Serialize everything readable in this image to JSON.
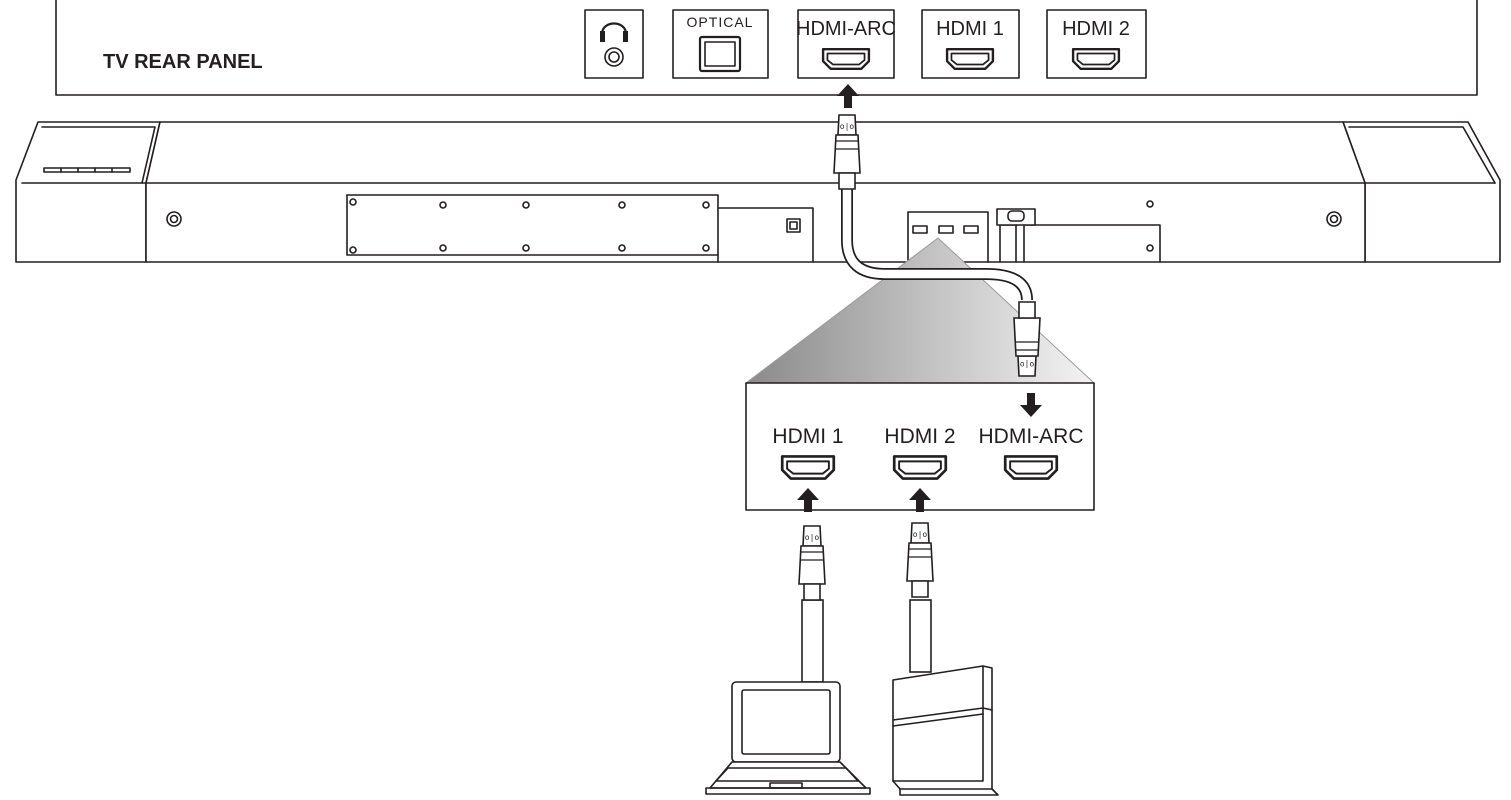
{
  "tv_panel": {
    "title": "TV REAR PANEL",
    "ports": [
      {
        "label": "",
        "icon": "headphone-icon"
      },
      {
        "label": "OPTICAL",
        "icon": "optical-port-icon"
      },
      {
        "label": "HDMI-ARC",
        "icon": "hdmi-port-icon"
      },
      {
        "label": "HDMI 1",
        "icon": "hdmi-port-icon"
      },
      {
        "label": "HDMI 2",
        "icon": "hdmi-port-icon"
      }
    ]
  },
  "soundbar_inset": {
    "ports": [
      {
        "label": "HDMI 1",
        "icon": "hdmi-port-icon"
      },
      {
        "label": "HDMI 2",
        "icon": "hdmi-port-icon"
      },
      {
        "label": "HDMI-ARC",
        "icon": "hdmi-port-icon"
      }
    ]
  },
  "devices": [
    {
      "icon": "laptop-icon"
    },
    {
      "icon": "game-console-icon"
    }
  ],
  "colors": {
    "ink": "#231f20",
    "background": "#ffffff",
    "gradient_dark": "#8a8a8a",
    "gradient_light": "#f2f2f2"
  }
}
